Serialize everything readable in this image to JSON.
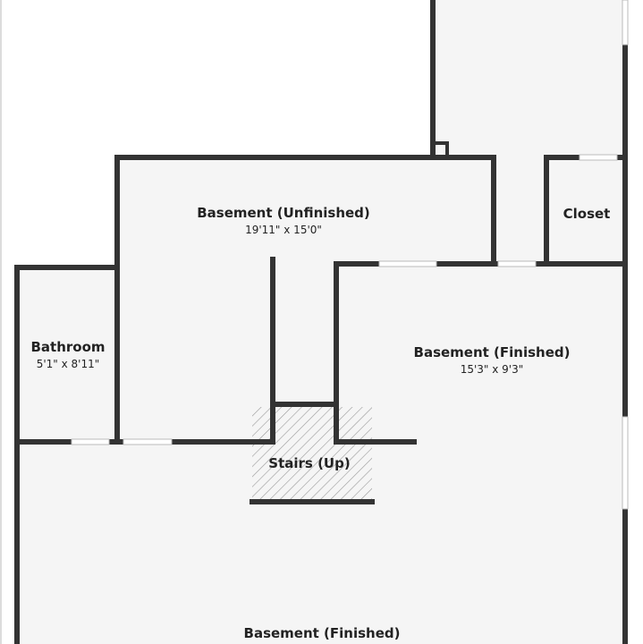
{
  "colors": {
    "wall": "#333333",
    "floor": "#f5f5f5",
    "background": "#ffffff",
    "window": "#ffffff",
    "stairs_hatch": "#9a9a9a",
    "text": "#222222"
  },
  "rooms": {
    "basement_unfinished": {
      "name": "Basement (Unfinished)",
      "dims": "19'11\" x 15'0\""
    },
    "closet": {
      "name": "Closet"
    },
    "bathroom": {
      "name": "Bathroom",
      "dims": "5'1\" x 8'11\""
    },
    "basement_finished_right": {
      "name": "Basement (Finished)",
      "dims": "15'3\" x 9'3\""
    },
    "stairs": {
      "name": "Stairs (Up)"
    },
    "basement_finished_bottom": {
      "name": "Basement (Finished)"
    }
  }
}
